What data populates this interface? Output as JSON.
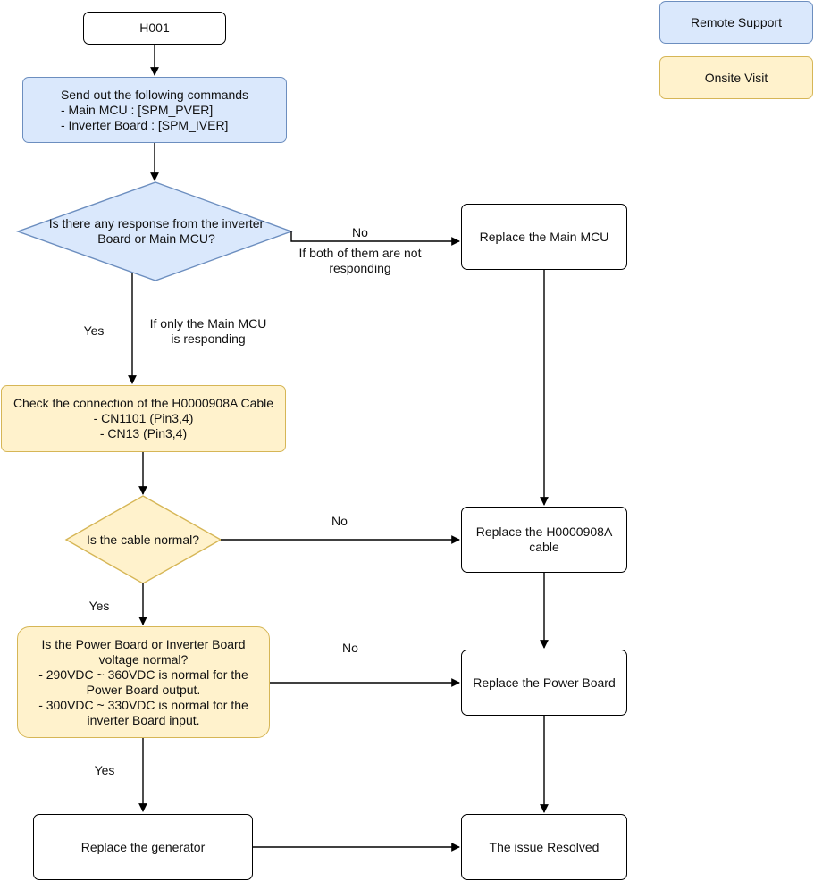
{
  "colors": {
    "remote_fill": "#dae8fc",
    "remote_border": "#6c8ebf",
    "onsite_fill": "#fff2cc",
    "onsite_border": "#d6b656",
    "line": "#000000"
  },
  "legend": {
    "remote": "Remote Support",
    "onsite": "Onsite Visit"
  },
  "nodes": {
    "start": "H001",
    "send_commands": "Send out the following commands\n- Main MCU : [SPM_PVER]\n- Inverter Board : [SPM_IVER]",
    "response_decision": "Is there any response from the inverter\nBoard or Main MCU?",
    "replace_main_mcu": "Replace the Main MCU",
    "check_cable": "Check the connection of the H0000908A Cable\n- CN1101 (Pin3,4)\n- CN13 (Pin3,4)",
    "cable_decision": "Is the cable normal?",
    "replace_cable": "Replace the H0000908A\ncable",
    "voltage_check": "Is the Power Board or Inverter Board\nvoltage normal?\n- 290VDC ~ 360VDC is normal for the\nPower Board output.\n- 300VDC ~ 330VDC is normal for the\ninverter Board input.",
    "replace_power_board": "Replace the Power Board",
    "replace_generator": "Replace the generator",
    "issue_resolved": "The issue Resolved"
  },
  "edge_labels": {
    "no_response": "No",
    "no_response_note": "If both of them are not\nresponding",
    "yes_response": "Yes",
    "only_main_mcu": "If only the Main MCU\nis responding",
    "cable_no": "No",
    "cable_yes": "Yes",
    "voltage_no": "No",
    "voltage_yes": "Yes"
  }
}
